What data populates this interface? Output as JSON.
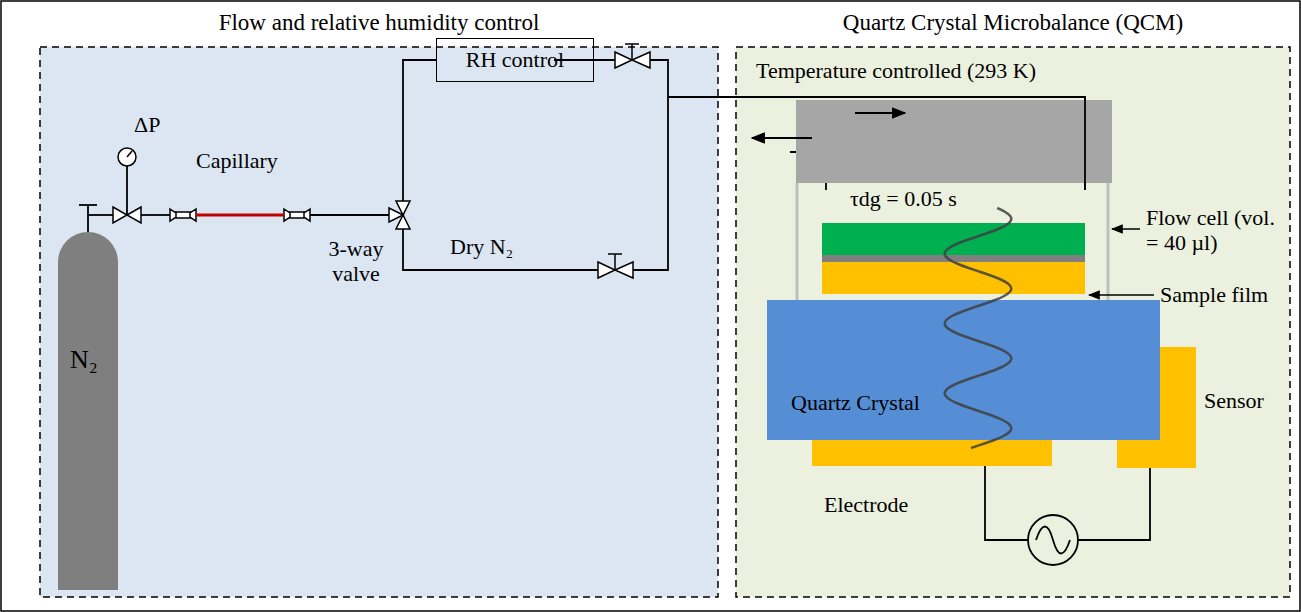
{
  "diagram": {
    "nodes": [
      {
        "text": [
          "Flow and relative humidity control"
        ]
      },
      {
        "text": [
          "RH control"
        ],
        "in": 0
      },
      {
        "text": [
          "Quartz Crystal Microbalance (QCM)"
        ]
      },
      {
        "text": [
          "Quartz Crystal"
        ],
        "in": 2
      }
    ],
    "labels": [
      "ΔP",
      "Capillary",
      "3-way valve",
      "Dry N₂",
      "N₂",
      "Temperature controlled (293 K)",
      "τdg = 0.05 s",
      "Flow cell (vol. = 40 µl)",
      "Sample film",
      "Sensor",
      "Electrode"
    ]
  }
}
